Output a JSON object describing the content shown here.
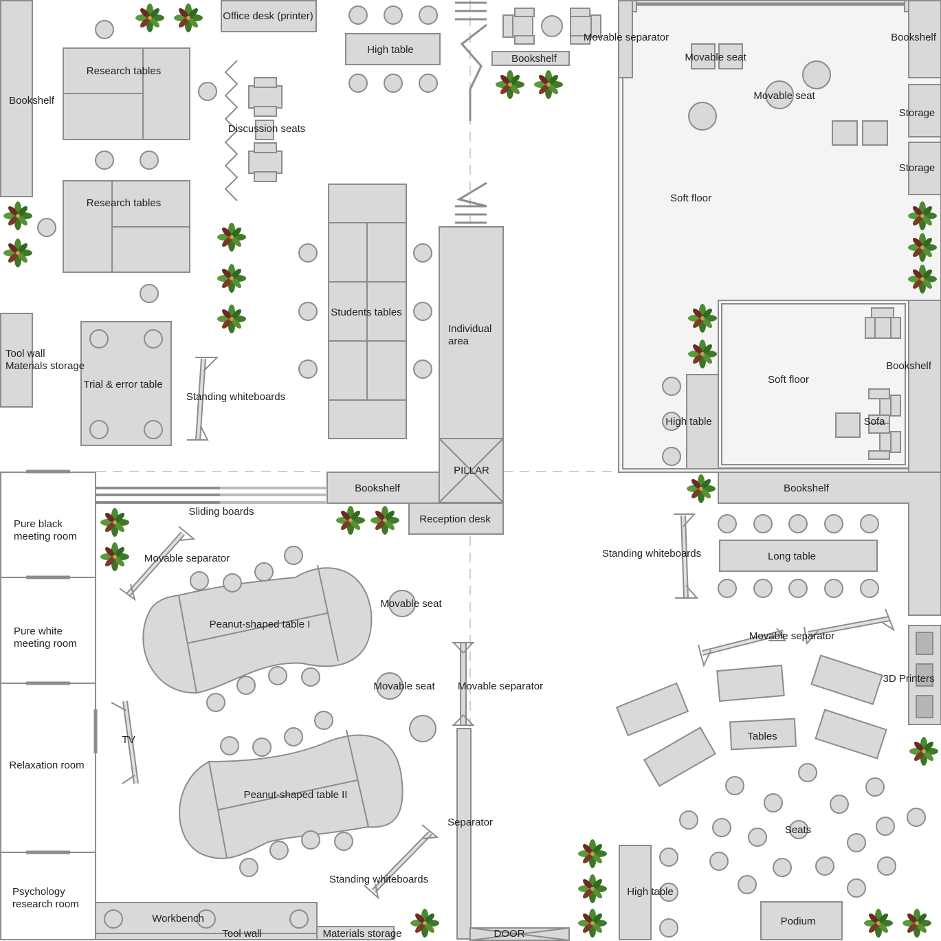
{
  "labels": {
    "office_desk": "Office desk (printer)",
    "high_table_top": "High table",
    "bookshelf_top_center": "Bookshelf",
    "movable_separator_top": "Movable separator",
    "bookshelf_top_right": "Bookshelf",
    "movable_seat_a": "Movable seat",
    "movable_seat_b": "Movable seat",
    "storage_1": "Storage",
    "storage_2": "Storage",
    "soft_floor_1": "Soft floor",
    "soft_floor_2": "Soft floor",
    "bookshelf_right_mid": "Bookshelf",
    "high_table_right": "High table",
    "sofa": "Sofa",
    "bookshelf_left": "Bookshelf",
    "research_tables_1": "Research tables",
    "research_tables_2": "Research tables",
    "discussion_seats": "Discussion seats",
    "tool_wall_left_1": "Tool wall",
    "tool_wall_left_2": "Materials storage",
    "trial_error_table": "Trial & error table",
    "standing_whiteboards_top": "Standing whiteboards",
    "students_tables": "Students tables",
    "individual_area_1": "Individual",
    "individual_area_2": "area",
    "pillar": "PILLAR",
    "bookshelf_mid": "Bookshelf",
    "reception_desk": "Reception desk",
    "sliding_boards": "Sliding boards",
    "bookshelf_mid_right": "Bookshelf",
    "pure_black_1": "Pure black",
    "pure_black_2": "meeting room",
    "pure_white_1": "Pure white",
    "pure_white_2": "meeting room",
    "relaxation_room": "Relaxation room",
    "psychology_1": "Psychology",
    "psychology_2": "research room",
    "movable_separator_left": "Movable separator",
    "peanut_1": "Peanut-shaped table I",
    "peanut_2": "Peanut-shaped table II",
    "movable_seat_c": "Movable seat",
    "movable_seat_d": "Movable seat",
    "movable_separator_mid": "Movable separator",
    "tv": "TV",
    "separator": "Separator",
    "standing_whiteboards_bottom": "Standing whiteboards",
    "workbench": "Workbench",
    "tool_wall_bottom": "Tool wall",
    "materials_storage": "Materials storage",
    "door": "DOOR",
    "standing_whiteboards_right": "Standing whiteboards",
    "long_table": "Long table",
    "movable_separator_right": "Movable separator",
    "printers": "3D Printers",
    "tables": "Tables",
    "seats": "Seats",
    "high_table_bottom": "High table",
    "podium": "Podium"
  },
  "colors": {
    "fill": "#d9d9d9",
    "stroke": "#8c8c8c",
    "soft_floor": "#f4f4f4",
    "plant_leaf": "#3f7a2a",
    "plant_dark": "#6b2a1e"
  }
}
